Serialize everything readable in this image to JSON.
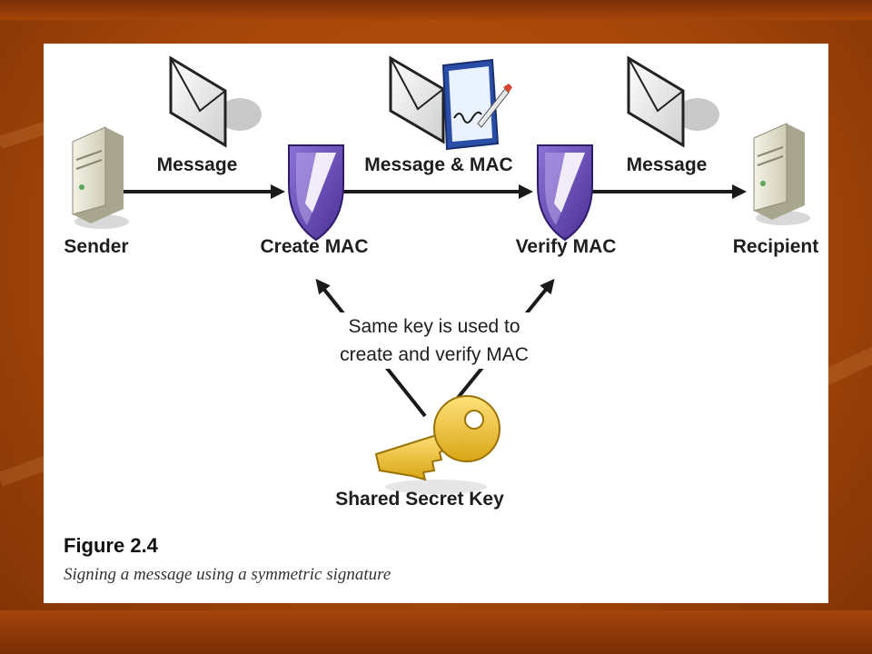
{
  "diagram": {
    "nodes": {
      "sender": "Sender",
      "create_mac": "Create MAC",
      "verify_mac": "Verify MAC",
      "recipient": "Recipient"
    },
    "edges": {
      "sender_to_create": "Message",
      "create_to_verify": "Message & MAC",
      "verify_to_recipient": "Message"
    },
    "key_note": {
      "line1": "Same key is used to",
      "line2": "create and verify MAC"
    },
    "key_label": "Shared Secret Key"
  },
  "figure": {
    "label": "Figure 2.4",
    "caption": "Signing a message using a symmetric signature"
  },
  "icons": {
    "server": "server-icon",
    "envelope": "envelope-icon",
    "shield": "shield-icon",
    "signed_document": "signed-document-icon",
    "key": "key-icon"
  },
  "colors": {
    "background": "#b04c0a",
    "shield": "#6b4bb3",
    "key": "#f1c232",
    "arrow": "#1a1a1a"
  }
}
